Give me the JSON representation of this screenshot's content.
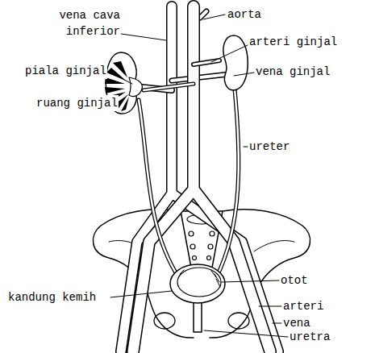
{
  "diagram": {
    "labels": [
      "vena cava inferior",
      "aorta",
      "arteri ginjal",
      "piala ginjal",
      "vena ginjal",
      "ruang ginjal",
      "ureter",
      "otot",
      "kandung kemih",
      "arteri",
      "vena",
      "uretra"
    ]
  }
}
